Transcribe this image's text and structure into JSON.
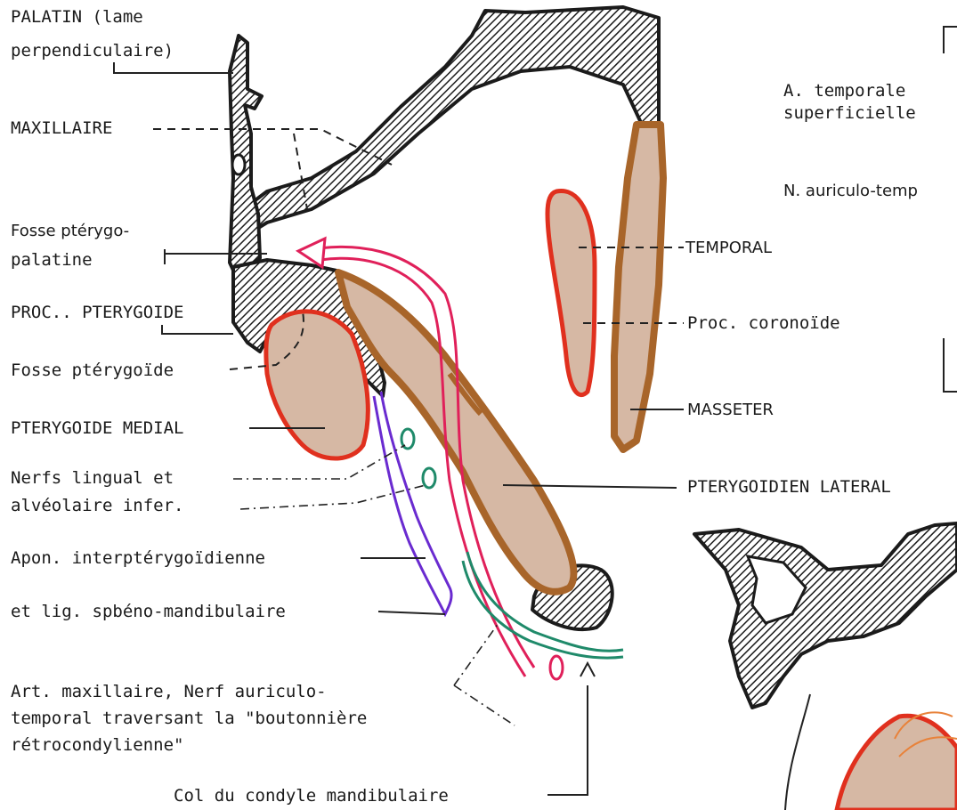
{
  "labels": {
    "palatin_1": "PALATIN (lame",
    "palatin_2": "perpendiculaire)",
    "maxillaire": "MAXILLAIRE",
    "fosse_ptp_1": "Fosse ptérygo-",
    "fosse_ptp_2": "palatine",
    "proc_pterygoide": "PROC.. PTERYGOIDE",
    "fosse_pterygoide": "Fosse ptérygoïde",
    "pterygoide_medial": "PTERYGOIDE MEDIAL",
    "nerfs_1": "Nerfs lingual et",
    "nerfs_2": "alvéolaire infer.",
    "apon": "Apon. interptérygoïdienne",
    "lig": "et lig. spbéno-mandibulaire",
    "art_1": "Art. maxillaire, Nerf auriculo-",
    "art_2": "temporal traversant la \"boutonnière",
    "art_3": "rétrocondylienne\"",
    "col": "Col du condyle mandibulaire",
    "a_temporale_1": "A. temporale",
    "a_temporale_2": "superficielle",
    "n_auriculo": "N. auriculo-temp",
    "temporal": "TEMPORAL",
    "proc_coronoide": "Proc. coronoïde",
    "masseter": "MASSETER",
    "pterygoidien_lateral": "PTERYGOIDIEN LATERAL"
  },
  "colors": {
    "bone": "#1b1b1b",
    "muscle_fill": "#d6b8a4",
    "muscle_outline": "#a8652a",
    "medial_outline": "#e0301e",
    "artery": "#e0205a",
    "nerve": "#1f8a6a",
    "aponeurosis": "#6a2bd0"
  }
}
